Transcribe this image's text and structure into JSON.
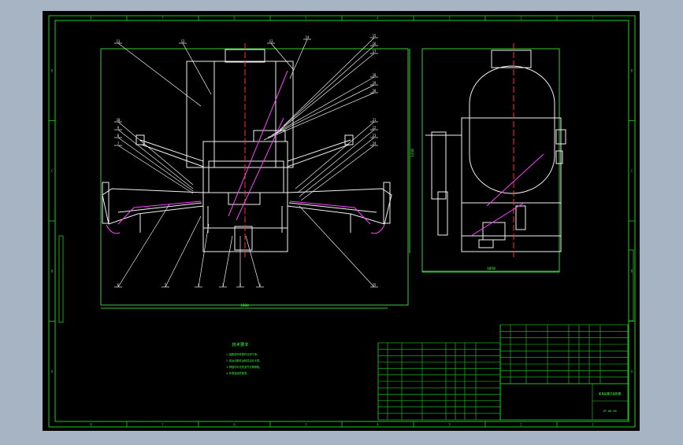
{
  "drawing": {
    "colors": {
      "background": "#a7b4c3",
      "sheet": "#000000",
      "border": "#19d419",
      "linework": "#f2f2f2",
      "leader": "#4cff4c",
      "centerline": "#ff3030",
      "section": "#ff40ff",
      "table_text": "#3cff3c"
    },
    "zone_numbers_top": [
      "8",
      "7",
      "6",
      "5",
      "4",
      "3",
      "2",
      "1"
    ],
    "zone_numbers_bottom": [
      "8",
      "7",
      "6",
      "5",
      "4",
      "3",
      "2",
      "1"
    ],
    "zone_letters_left": [
      "D",
      "C",
      "B",
      "A"
    ],
    "zone_letters_right": [
      "D",
      "C",
      "B",
      "A"
    ],
    "balloons_front": [
      "11",
      "12",
      "13",
      "14",
      "15",
      "16",
      "17",
      "18",
      "19",
      "20",
      "10",
      "9",
      "8",
      "7",
      "21",
      "22",
      "23",
      "24",
      "6",
      "5",
      "4",
      "3",
      "2",
      "1",
      "25"
    ],
    "dimensions": {
      "front_width": "1800",
      "front_height": "1350",
      "side_width": "1050"
    },
    "notes": {
      "title": "技术要求",
      "lines": [
        "1.装配前所有零件清洗干净。",
        "2.各运动部件运转灵活无卡滞。",
        "3.焊缝均匀无夹渣气孔等缺陷。",
        "4.外表面涂防锈漆。"
      ]
    },
    "title_block": {
      "name": "某某装置总装配图",
      "drawing_number": "ZP-00-00"
    }
  }
}
